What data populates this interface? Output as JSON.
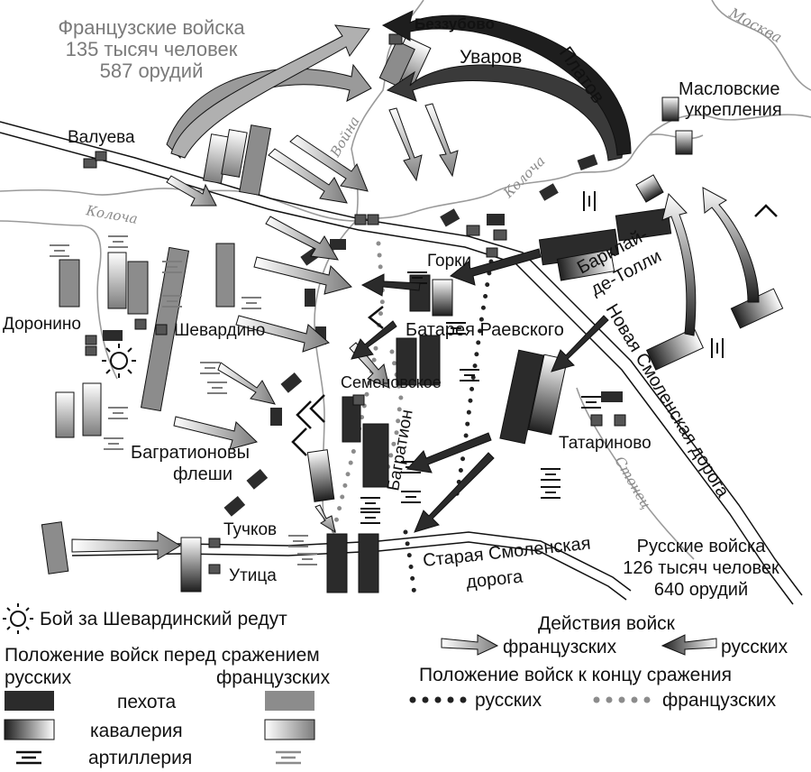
{
  "map": {
    "french_total": {
      "line1": "Французские войска",
      "line2": "135 тысяч человек",
      "line3": "587 орудий"
    },
    "russian_total": {
      "line1": "Русские войска",
      "line2": "126 тысяч человек",
      "line3": "640 орудий"
    },
    "places": {
      "bezzubovo": "Беззубово",
      "valueva": "Валуева",
      "doronino": "Доронино",
      "shevardino": "Шевардино",
      "gorki": "Горки",
      "semenovskoe": "Семеновское",
      "tatarinovo": "Татариново",
      "tuchkov": "Тучков",
      "utitsa": "Утица"
    },
    "commanders": {
      "uvarov": "Уваров",
      "platov": "Платов",
      "barclay_1": "Барклай-",
      "barclay_2": "де-Толли",
      "bagration": "Багратион"
    },
    "features": {
      "maslov_1": "Масловские",
      "maslov_2": "укрепления",
      "raevsky_battery": "Батарея Раевского",
      "flushes_1": "Багратионовы",
      "flushes_2": "флеши"
    },
    "rivers": {
      "moskva": "Москва",
      "kolocha_1": "Колоча",
      "kolocha_2": "Колоча",
      "voyna": "Война",
      "stonets": "Стонец"
    },
    "roads": {
      "new_smolensk": "Новая Смоленская дорога",
      "old_smolensk_1": "Старая Смоленская",
      "old_smolensk_2": "дорога"
    }
  },
  "legend": {
    "shevardino_battle": "Бой за Шевардинский редут",
    "before_title": "Положение войск перед сражением",
    "russian": "русских",
    "french": "французских",
    "infantry": "пехота",
    "cavalry": "кавалерия",
    "artillery": "артиллерия",
    "actions_title": "Действия войск",
    "actions_french": "французских",
    "actions_russian": "русских",
    "end_title": "Положение войск к концу сражения",
    "end_russian": "русских",
    "end_french": "французских"
  },
  "colors": {
    "russian": "#2b2b2b",
    "french": "#8c8c8c",
    "river": "#9a9a9a",
    "road": "#111111"
  }
}
